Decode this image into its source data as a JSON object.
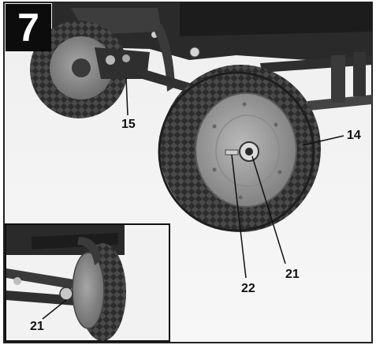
{
  "figure": {
    "step_number": "7",
    "callouts": {
      "c15": "15",
      "c14": "14",
      "c21_main": "21",
      "c22": "22",
      "c21_inset": "21"
    }
  }
}
